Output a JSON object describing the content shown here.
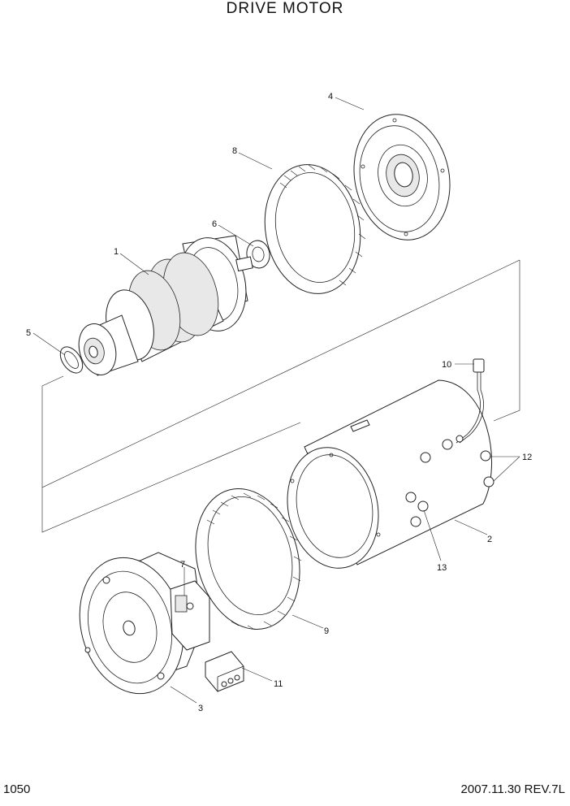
{
  "title": "DRIVE MOTOR",
  "page_number": "1050",
  "revision": "2007.11.30  REV.7L",
  "callouts": [
    "1",
    "2",
    "3",
    "4",
    "5",
    "6",
    "7",
    "8",
    "9",
    "10",
    "11",
    "12",
    "13"
  ]
}
